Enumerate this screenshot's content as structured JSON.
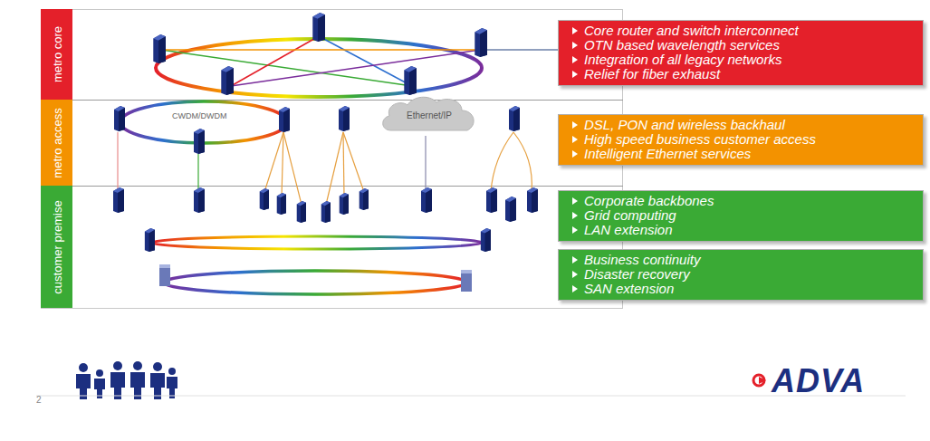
{
  "diagram": {
    "nodes": [
      {
        "text": [
          "metro core"
        ]
      },
      {
        "text": [
          "metro access"
        ]
      },
      {
        "text": [
          "customer premise"
        ]
      },
      {
        "text": [
          "Core router and switch interconnect",
          "OTN based wavelength services",
          "Integration of all legacy networks",
          "Relief for fiber exhaust"
        ]
      },
      {
        "text": [
          "DSL, PON and wireless backhaul",
          "High speed business customer access",
          "Intelligent Ethernet services"
        ]
      },
      {
        "text": [
          "Corporate backbones",
          "Grid computing",
          "LAN extension"
        ]
      },
      {
        "text": [
          "Business continuity",
          "Disaster recovery",
          "SAN extension"
        ]
      },
      {
        "text": [
          "Ethernet/IP"
        ]
      }
    ],
    "edges": [],
    "labels": [
      "CWDM/DWDM",
      "ADVA",
      "2"
    ]
  }
}
